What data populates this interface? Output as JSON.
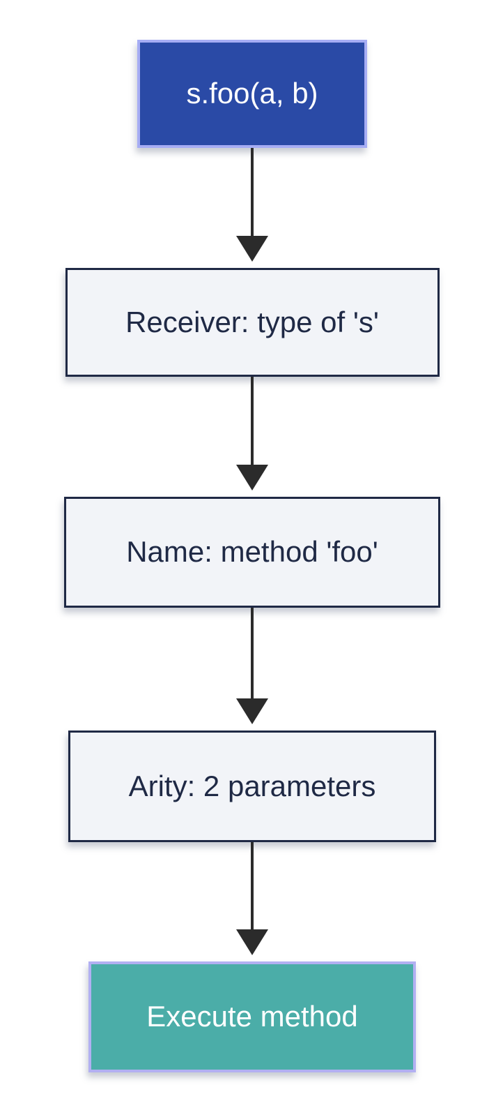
{
  "diagram": {
    "type": "flowchart",
    "direction": "top-down",
    "background": "#ffffff",
    "arrow_color": "#2b2b2b",
    "nodes": [
      {
        "id": "call",
        "label": "s.foo(a, b)",
        "role": "start",
        "fill": "#2a4aa6",
        "border": "#a6adf4",
        "text_color": "#ffffff"
      },
      {
        "id": "receiver",
        "label": "Receiver: type of 's'",
        "role": "step",
        "fill": "#f2f4f8",
        "border": "#1f2945",
        "text_color": "#1f2945"
      },
      {
        "id": "name",
        "label": "Name: method 'foo'",
        "role": "step",
        "fill": "#f2f4f8",
        "border": "#1f2945",
        "text_color": "#1f2945"
      },
      {
        "id": "arity",
        "label": "Arity: 2 parameters",
        "role": "step",
        "fill": "#f2f4f8",
        "border": "#1f2945",
        "text_color": "#1f2945"
      },
      {
        "id": "execute",
        "label": "Execute method",
        "role": "end",
        "fill": "#4bada8",
        "border": "#b2b0f2",
        "text_color": "#ffffff"
      }
    ],
    "edges": [
      {
        "from": "call",
        "to": "receiver"
      },
      {
        "from": "receiver",
        "to": "name"
      },
      {
        "from": "name",
        "to": "arity"
      },
      {
        "from": "arity",
        "to": "execute"
      }
    ]
  }
}
